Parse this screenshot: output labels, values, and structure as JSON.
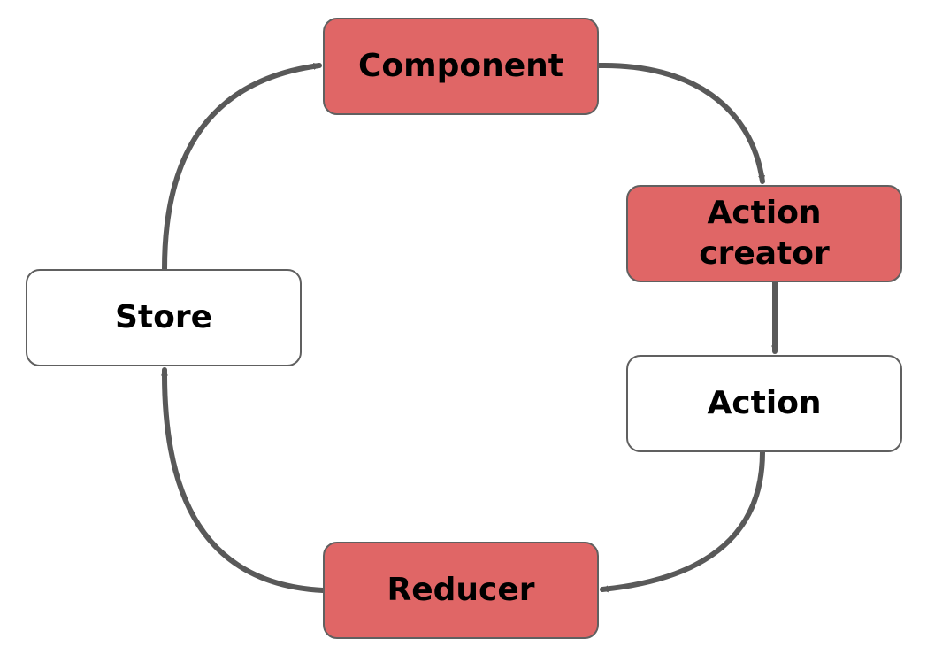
{
  "colors": {
    "highlight_fill": "#e06666",
    "plain_fill": "#ffffff",
    "stroke": "#606060",
    "arrow": "#595959",
    "text": "#000000"
  },
  "nodes": {
    "component": "Component",
    "action_creator": "Action\ncreator",
    "action": "Action",
    "reducer": "Reducer",
    "store": "Store"
  },
  "edges": [
    {
      "from": "component",
      "to": "action_creator"
    },
    {
      "from": "action_creator",
      "to": "action"
    },
    {
      "from": "action",
      "to": "reducer"
    },
    {
      "from": "reducer",
      "to": "store"
    },
    {
      "from": "store",
      "to": "component"
    }
  ]
}
